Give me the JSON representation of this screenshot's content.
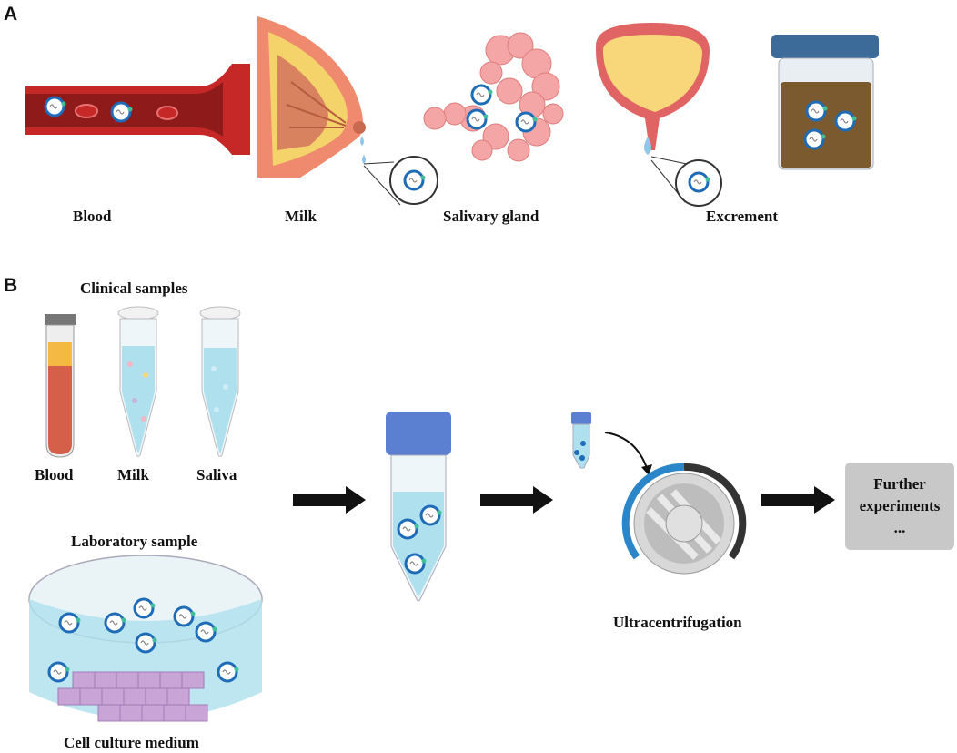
{
  "panel_a": {
    "letter": "A",
    "labels": {
      "blood": "Blood",
      "milk": "Milk",
      "salivary": "Salivary gland",
      "excrement": "Excrement"
    }
  },
  "panel_b": {
    "letter": "B",
    "clinical_title": "Clinical samples",
    "tube_labels": {
      "blood": "Blood",
      "milk": "Milk",
      "saliva": "Saliva"
    },
    "lab_title": "Laboratory sample",
    "culture_label": "Cell culture medium",
    "ultra_label": "Ultracentrifugation",
    "further_line1": "Further",
    "further_line2": "experiments",
    "further_line3": "..."
  },
  "colors": {
    "vessel": "#c62828",
    "vessel_inner": "#8e1a1a",
    "vesicle_ring": "#1e6bb8",
    "liquid_blue": "#aee0ee",
    "urine": "#f7d77a",
    "stool": "#7a5a2e",
    "cap_blue": "#5b7fd1",
    "box_gray": "#c8c8c8",
    "cells": "#c9a4d6",
    "nuclei": "#6a3f9e",
    "ring_blue": "#2a86c8",
    "ring_dark": "#333333"
  }
}
